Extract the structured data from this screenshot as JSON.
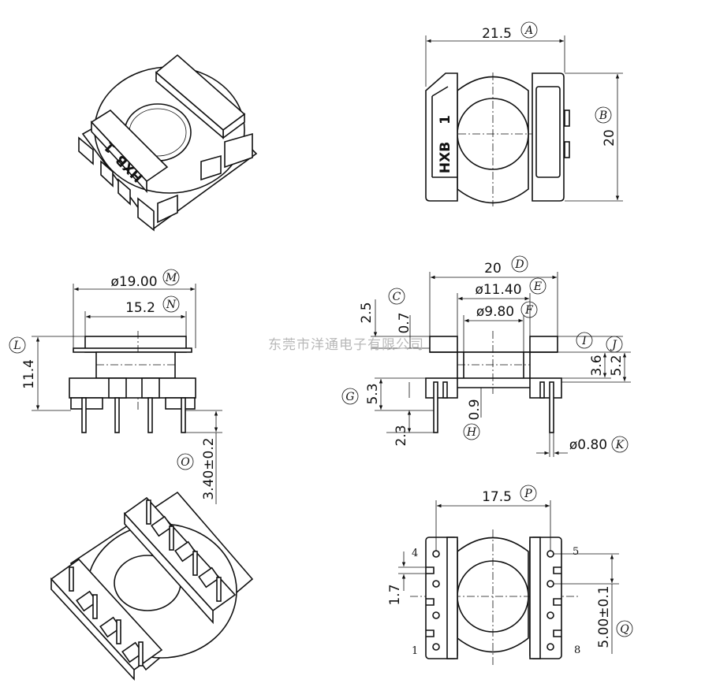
{
  "watermark": "东莞市洋通电子有限公司",
  "part_marking": {
    "brand": "HXB",
    "pin1": "1"
  },
  "pin_numbers": {
    "p1": "1",
    "p4": "4",
    "p5": "5",
    "p8": "8"
  },
  "dimensions": {
    "A": {
      "value": "21.5",
      "label": "A"
    },
    "B": {
      "value": "20",
      "label": "B"
    },
    "C": {
      "value": "2.5",
      "label": "C"
    },
    "C2": {
      "value": "0.7"
    },
    "D": {
      "value": "20",
      "label": "D"
    },
    "E": {
      "value": "ø11.40",
      "label": "E"
    },
    "F": {
      "value": "ø9.80",
      "label": "F"
    },
    "G": {
      "value": "5.3",
      "label": "G"
    },
    "H": {
      "value": "0.9",
      "label": "H"
    },
    "H2": {
      "value": "2.3"
    },
    "I": {
      "value": "3.6",
      "label": "I"
    },
    "J": {
      "value": "5.2",
      "label": "J"
    },
    "K": {
      "value": "ø0.80",
      "label": "K"
    },
    "L": {
      "value": "11.4",
      "label": "L"
    },
    "M": {
      "value": "ø19.00",
      "label": "M"
    },
    "N": {
      "value": "15.2",
      "label": "N"
    },
    "O": {
      "value": "3.40±0.2",
      "label": "O"
    },
    "P": {
      "value": "17.5",
      "label": "P"
    },
    "P2": {
      "value": "1.7"
    },
    "Q": {
      "value": "5.00±0.1",
      "label": "Q"
    }
  }
}
